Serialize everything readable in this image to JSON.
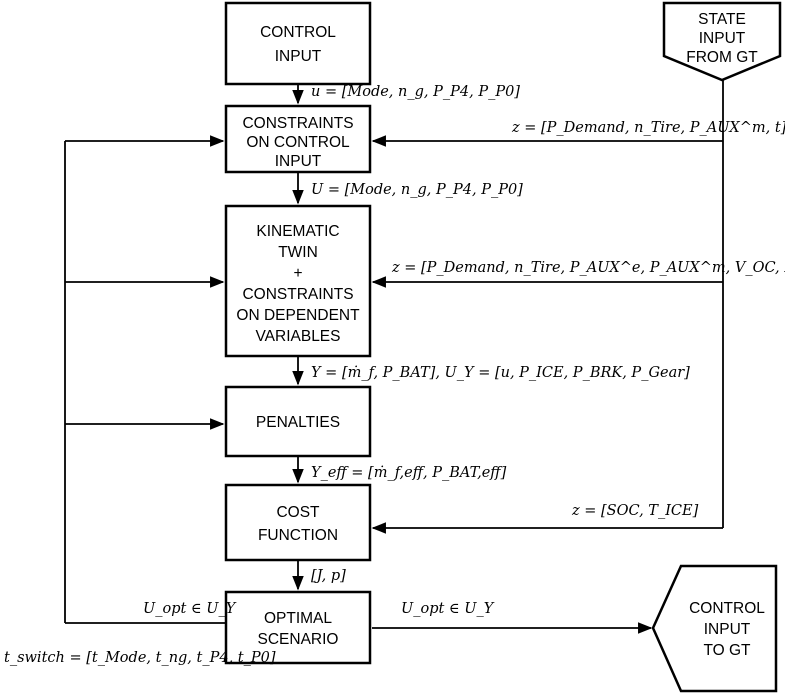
{
  "boxes": {
    "control_input": [
      "CONTROL",
      "INPUT"
    ],
    "constraints_control": [
      "CONSTRAINTS",
      "ON CONTROL",
      "INPUT"
    ],
    "kinematic": [
      "KINEMATIC",
      "TWIN",
      "+",
      "CONSTRAINTS",
      "ON DEPENDENT",
      "VARIABLES"
    ],
    "penalties": [
      "PENALTIES"
    ],
    "cost": [
      "COST",
      "FUNCTION"
    ],
    "optimal": [
      "OPTIMAL",
      "SCENARIO"
    ],
    "state_input": [
      "STATE",
      "INPUT",
      "FROM GT"
    ],
    "control_to_gt": [
      "CONTROL",
      "INPUT",
      "TO GT"
    ]
  },
  "labels": {
    "u": "u = [Mode, n_g, P_P4, P_P0]",
    "U": "U = [Mode, n_g, P_P4, P_P0]",
    "z1": "z = [P_Demand, n_Tire, P_AUX^m, t]",
    "z2": "z = [P_Demand, n_Tire, P_AUX^e, P_AUX^m, V_OC, R_BAT, t]",
    "Y": "Y = [ṁ_f, P_BAT],  U_Y = [u, P_ICE, P_BRK, P_Gear]",
    "Yeff": "Y_eff = [ṁ_f,eff, P_BAT,eff]",
    "z3": "z = [SOC, T_ICE]",
    "Jp": "[J, p]",
    "uopt_left": "U_opt ∈ U_Y",
    "uopt_right": "U_opt ∈ U_Y",
    "tswitch": "t_switch = [t_Mode, t_ng, t_P4, t_P0]"
  }
}
